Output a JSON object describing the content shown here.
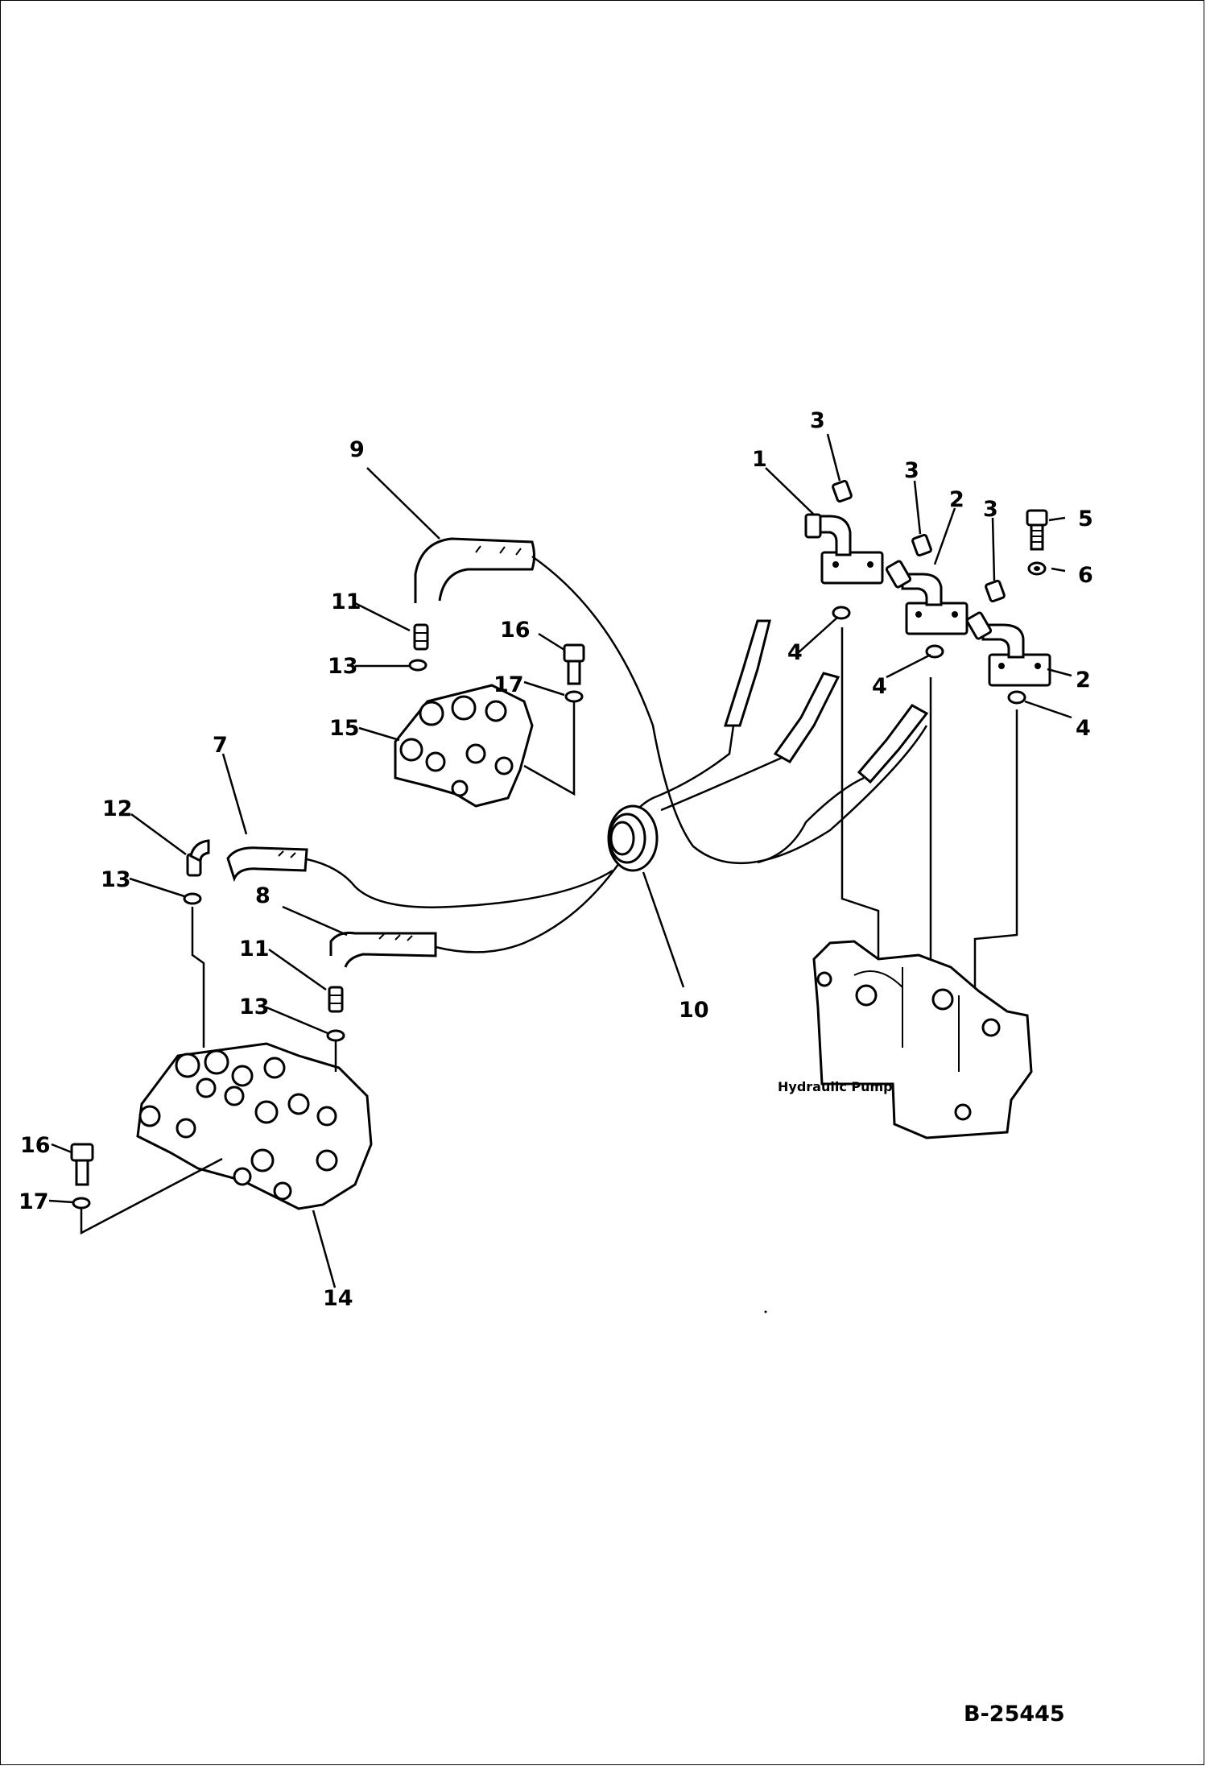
{
  "diagram": {
    "drawing_number": "B-25445",
    "component_label": "Hydraulic Pump",
    "callouts": [
      {
        "id": "c1",
        "text": "1"
      },
      {
        "id": "c2a",
        "text": "2"
      },
      {
        "id": "c2b",
        "text": "2"
      },
      {
        "id": "c3a",
        "text": "3"
      },
      {
        "id": "c3b",
        "text": "3"
      },
      {
        "id": "c3c",
        "text": "3"
      },
      {
        "id": "c4a",
        "text": "4"
      },
      {
        "id": "c4b",
        "text": "4"
      },
      {
        "id": "c4c",
        "text": "4"
      },
      {
        "id": "c5",
        "text": "5"
      },
      {
        "id": "c6",
        "text": "6"
      },
      {
        "id": "c7",
        "text": "7"
      },
      {
        "id": "c8",
        "text": "8"
      },
      {
        "id": "c9",
        "text": "9"
      },
      {
        "id": "c10",
        "text": "10"
      },
      {
        "id": "c11a",
        "text": "11"
      },
      {
        "id": "c11b",
        "text": "11"
      },
      {
        "id": "c12",
        "text": "12"
      },
      {
        "id": "c13a",
        "text": "13"
      },
      {
        "id": "c13b",
        "text": "13"
      },
      {
        "id": "c13c",
        "text": "13"
      },
      {
        "id": "c14",
        "text": "14"
      },
      {
        "id": "c15",
        "text": "15"
      },
      {
        "id": "c16a",
        "text": "16"
      },
      {
        "id": "c16b",
        "text": "16"
      },
      {
        "id": "c17a",
        "text": "17"
      },
      {
        "id": "c17b",
        "text": "17"
      }
    ]
  }
}
